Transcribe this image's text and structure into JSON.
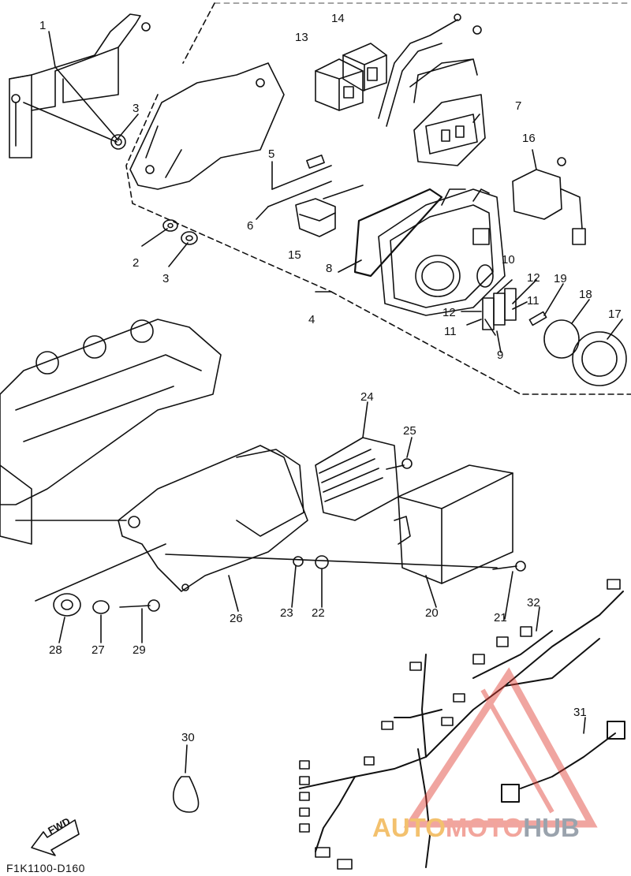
{
  "diagram": {
    "drawing_code": "F1K1100-D160",
    "direction_label": "FWD",
    "callouts": [
      "1",
      "2",
      "3",
      "3",
      "4",
      "5",
      "6",
      "7",
      "8",
      "9",
      "10",
      "11",
      "11",
      "12",
      "12",
      "13",
      "14",
      "15",
      "16",
      "17",
      "18",
      "19",
      "20",
      "21",
      "22",
      "23",
      "24",
      "25",
      "26",
      "27",
      "28",
      "29",
      "30",
      "31",
      "32"
    ]
  },
  "watermark": {
    "part1": "AUTO",
    "part2": "MOTO",
    "part3": "HUB",
    "color_triangle": "#e03a2f",
    "color_auto": "#f3c16e",
    "color_hub": "#9aa3ad"
  }
}
